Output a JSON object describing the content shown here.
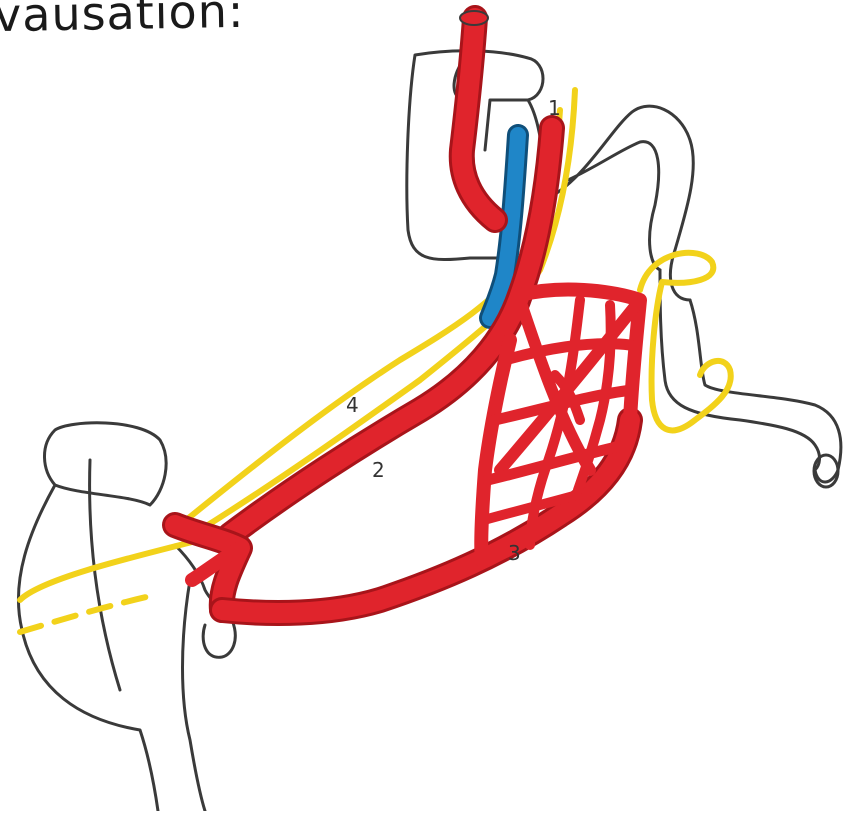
{
  "title": "vausation:",
  "labels": {
    "n1": "1",
    "n2": "2",
    "n3": "3",
    "n4": "4"
  },
  "colors": {
    "artery": "#e0242c",
    "artery_edge": "#a8141a",
    "vein": "#1f86c8",
    "nerve": "#f2d21b",
    "outline": "#3a3a3a"
  }
}
